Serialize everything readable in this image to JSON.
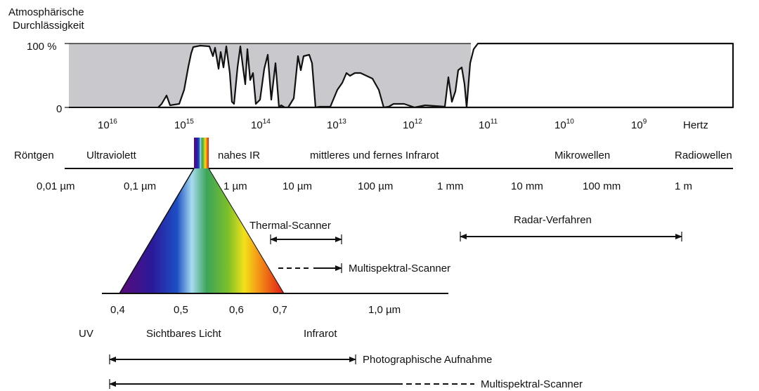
{
  "transmission": {
    "title_line1": "Atmosphärische",
    "title_line2": "Durchlässigkeit",
    "y_top_label": "100 %",
    "y_bottom_label": "0",
    "band_color": "#c9c8cc"
  },
  "frequency_axis": {
    "ticks": [
      {
        "base": "10",
        "exp": "16"
      },
      {
        "base": "10",
        "exp": "15"
      },
      {
        "base": "10",
        "exp": "14"
      },
      {
        "base": "10",
        "exp": "13"
      },
      {
        "base": "10",
        "exp": "12"
      },
      {
        "base": "10",
        "exp": "11"
      },
      {
        "base": "10",
        "exp": "10"
      },
      {
        "base": "10",
        "exp": "9"
      }
    ],
    "unit": "Hertz"
  },
  "regions": {
    "roentgen": "Röntgen",
    "ultraviolett": "Ultraviolett",
    "nahes_ir": "nahes IR",
    "mittleres_ir": "mittleres und fernes Infrarot",
    "mikrowellen": "Mikrowellen",
    "radiowellen": "Radiowellen"
  },
  "wavelength_axis": {
    "labels": [
      "0,01 µm",
      "0,1 µm",
      "1 µm",
      "10 µm",
      "100 µm",
      "1 mm",
      "10 mm",
      "100 mm",
      "1 m"
    ]
  },
  "visible_axis": {
    "ticks": [
      "0,4",
      "0,5",
      "0,6",
      "0,7",
      "1,0 µm"
    ],
    "uv": "UV",
    "sichtbar": "Sichtbares Licht",
    "infrarot": "Infrarot"
  },
  "techniques": {
    "thermal": "Thermal-Scanner",
    "radar": "Radar-Verfahren",
    "multispektral_upper": "Multispektral-Scanner",
    "photographisch": "Photographische Aufnahme",
    "multispektral_lower": "Multispektral-Scanner"
  }
}
